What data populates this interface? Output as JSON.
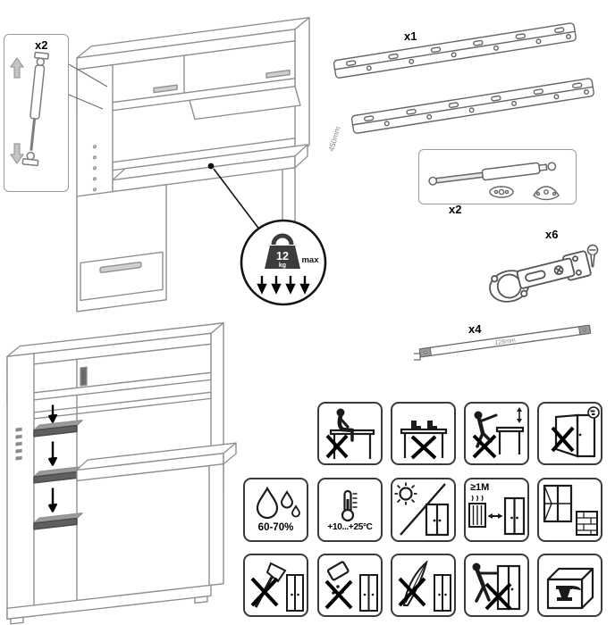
{
  "detail_callout": {
    "qty": "x2"
  },
  "load_limit": {
    "value": "12",
    "unit": "kg",
    "note": "max"
  },
  "hardware": {
    "slides": {
      "qty": "x1",
      "length": "450mm"
    },
    "strut_kit": {
      "qty": "x2"
    },
    "hinges": {
      "qty": "x6"
    },
    "rails": {
      "qty": "x4",
      "length": "128mm"
    }
  },
  "care": {
    "humidity": "60-70%",
    "temperature": "+10...+25°C",
    "heat_distance": "≥1M"
  },
  "icon_names": {
    "row1": [
      "no-sitting-on-desk",
      "no-standing-on-desk",
      "no-climbing-on-desk",
      "no-leaning-on-open-doors"
    ],
    "row2": [
      "humidity-range",
      "temperature-range",
      "no-direct-sunlight",
      "keep-distance-from-heaters",
      "dry-ventilated-wall"
    ],
    "row3": [
      "no-sharp-objects",
      "no-spilling-liquids",
      "no-feather-dusting",
      "no-dragging",
      "heavy-load-inside"
    ]
  }
}
